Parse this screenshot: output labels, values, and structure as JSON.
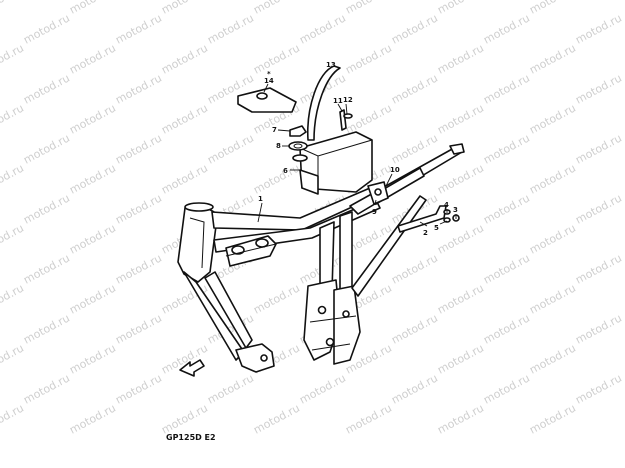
{
  "watermark": {
    "text": "motod.ru"
  },
  "diagram": {
    "code": "GP125D E2",
    "callouts": [
      "1",
      "2",
      "3",
      "4",
      "5",
      "6",
      "7",
      "8",
      "9",
      "10",
      "11",
      "12",
      "13",
      "14"
    ]
  }
}
